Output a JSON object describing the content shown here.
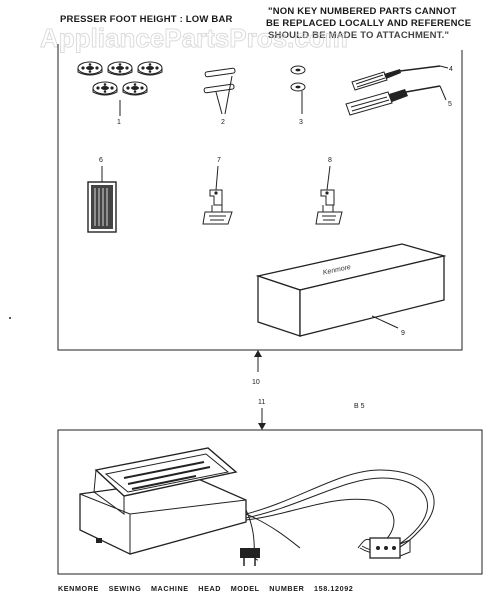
{
  "header": {
    "left_line1": "PRESSER FOOT HEIGHT : LOW BAR",
    "right_line1": "\"NON KEY NUMBERED PARTS CANNOT",
    "right_line2": "BE REPLACED LOCALLY AND REFERENCE",
    "right_line3": "SHOULD BE MADE TO ATTACHMENT.\""
  },
  "watermark": "AppliancePartsPros.com",
  "parts": [
    {
      "id": "1",
      "label": "1"
    },
    {
      "id": "2",
      "label": "2"
    },
    {
      "id": "3",
      "label": "3"
    },
    {
      "id": "4",
      "label": "4"
    },
    {
      "id": "5",
      "label": "5"
    },
    {
      "id": "6",
      "label": "6"
    },
    {
      "id": "7",
      "label": "7"
    },
    {
      "id": "8",
      "label": "8"
    },
    {
      "id": "9",
      "label": "9"
    },
    {
      "id": "10",
      "label": "10"
    },
    {
      "id": "11",
      "label": "11"
    }
  ],
  "box_brand": "Kenmore",
  "section_mark": "B 5",
  "footer": {
    "w1": "KENMORE",
    "w2": "SEWING",
    "w3": "MACHINE",
    "w4": "HEAD",
    "w5": "MODEL",
    "w6": "NUMBER",
    "w7": "158.12092"
  }
}
